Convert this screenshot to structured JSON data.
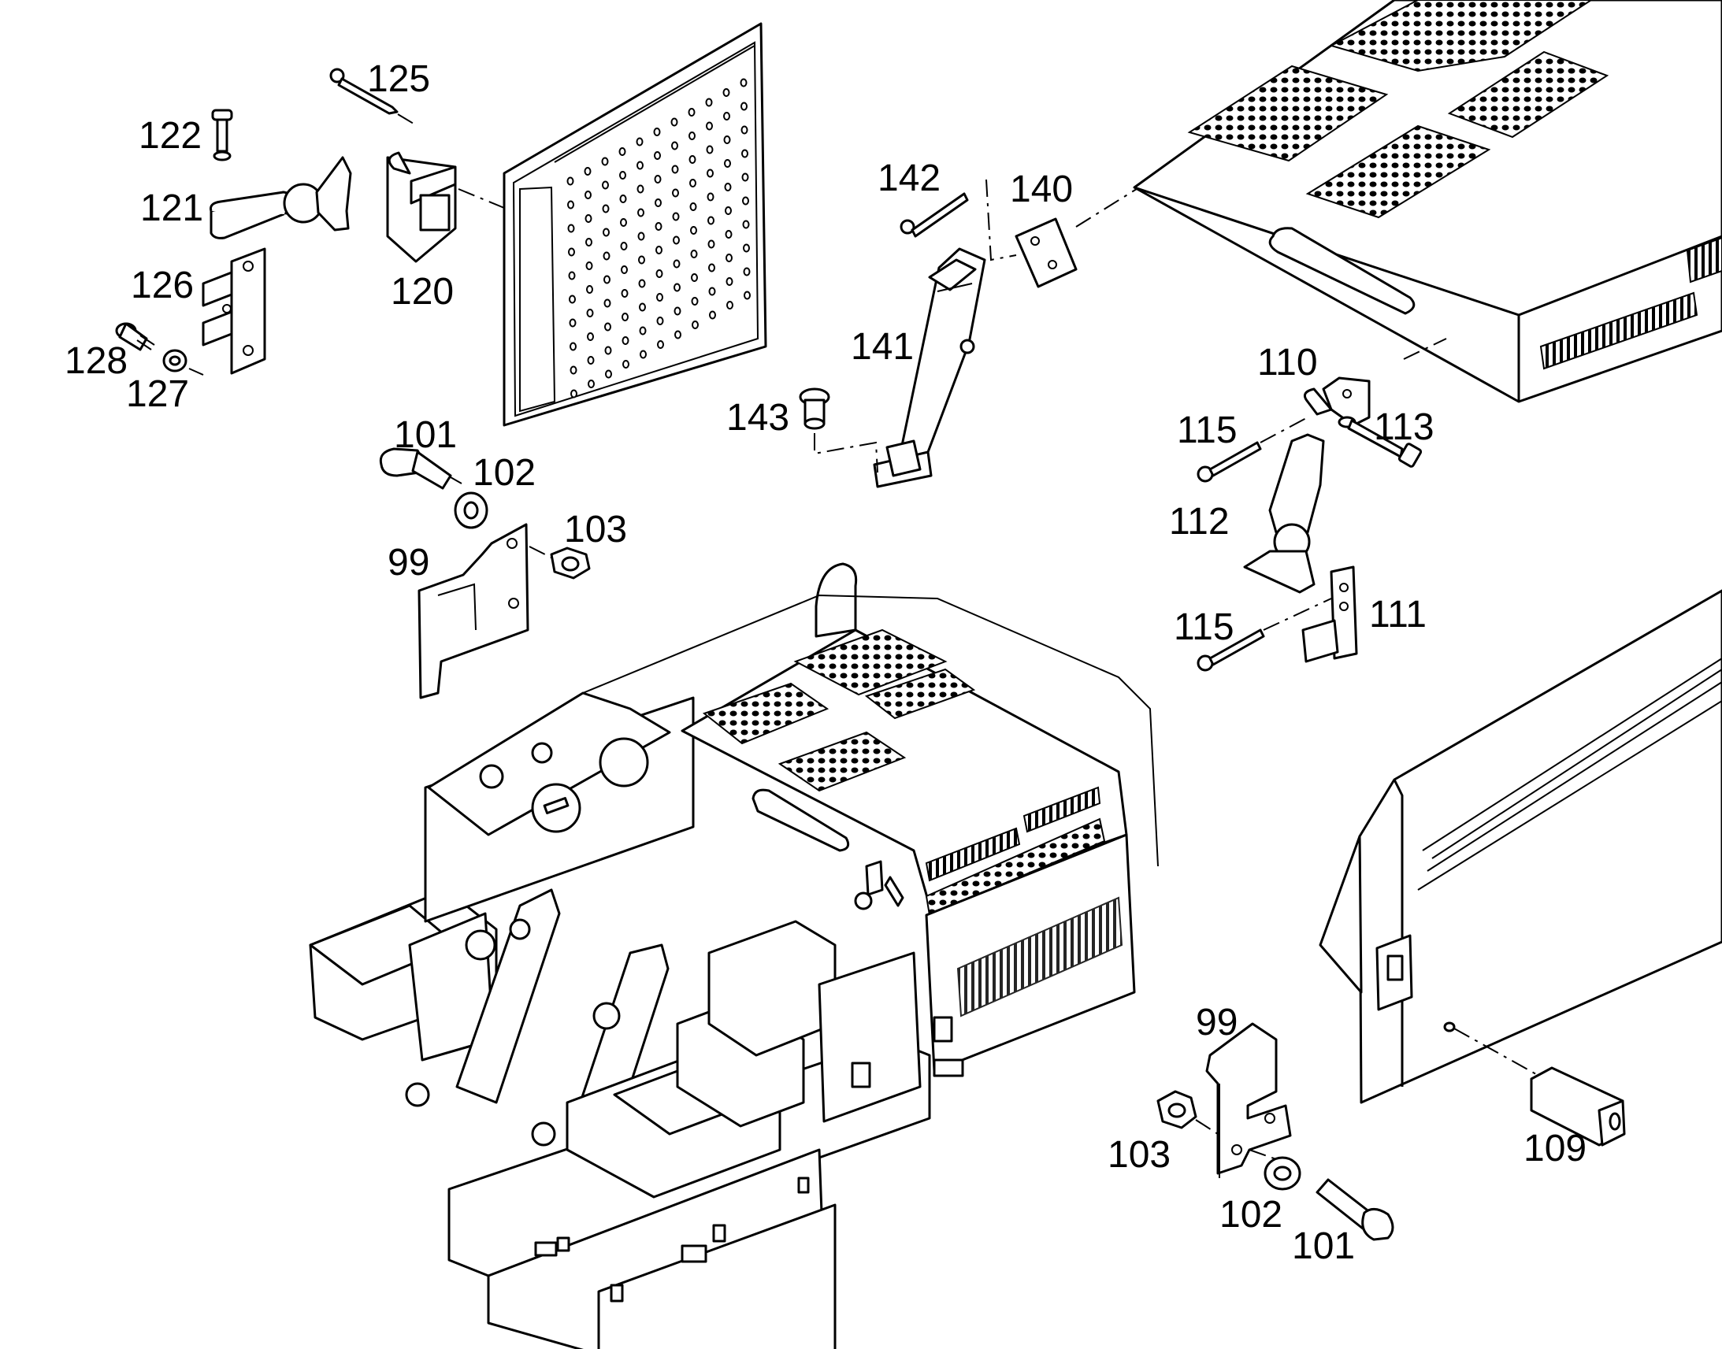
{
  "labels": [
    {
      "id": "122",
      "text": "122"
    },
    {
      "id": "121",
      "text": "121"
    },
    {
      "id": "125",
      "text": "125"
    },
    {
      "id": "120",
      "text": "120"
    },
    {
      "id": "126",
      "text": "126"
    },
    {
      "id": "128",
      "text": "128"
    },
    {
      "id": "127",
      "text": "127"
    },
    {
      "id": "101a",
      "text": "101"
    },
    {
      "id": "102a",
      "text": "102"
    },
    {
      "id": "103a",
      "text": "103"
    },
    {
      "id": "99a",
      "text": "99"
    },
    {
      "id": "142",
      "text": "142"
    },
    {
      "id": "140",
      "text": "140"
    },
    {
      "id": "141",
      "text": "141"
    },
    {
      "id": "143",
      "text": "143"
    },
    {
      "id": "110",
      "text": "110"
    },
    {
      "id": "115a",
      "text": "115"
    },
    {
      "id": "113",
      "text": "113"
    },
    {
      "id": "112",
      "text": "112"
    },
    {
      "id": "115b",
      "text": "115"
    },
    {
      "id": "111",
      "text": "111"
    },
    {
      "id": "99b",
      "text": "99"
    },
    {
      "id": "103b",
      "text": "103"
    },
    {
      "id": "102b",
      "text": "102"
    },
    {
      "id": "101b",
      "text": "101"
    },
    {
      "id": "109",
      "text": "109"
    }
  ]
}
